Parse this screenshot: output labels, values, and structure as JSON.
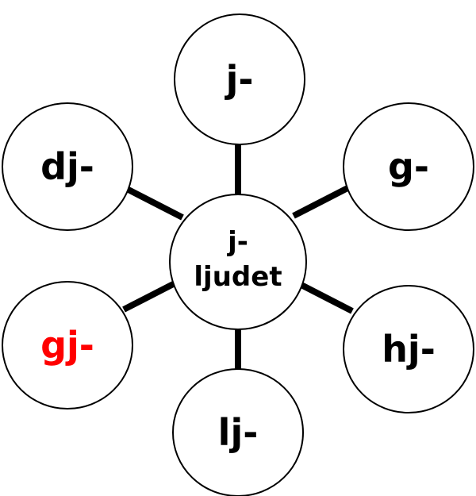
{
  "center": {
    "line1": "j-",
    "line2": "ljudet"
  },
  "nodes": [
    {
      "label": "j-",
      "color": "#000000"
    },
    {
      "label": "dj-",
      "color": "#000000"
    },
    {
      "label": "g-",
      "color": "#000000"
    },
    {
      "label": "gj-",
      "color": "#ff0000"
    },
    {
      "label": "hj-",
      "color": "#000000"
    },
    {
      "label": "lj-",
      "color": "#000000"
    }
  ]
}
